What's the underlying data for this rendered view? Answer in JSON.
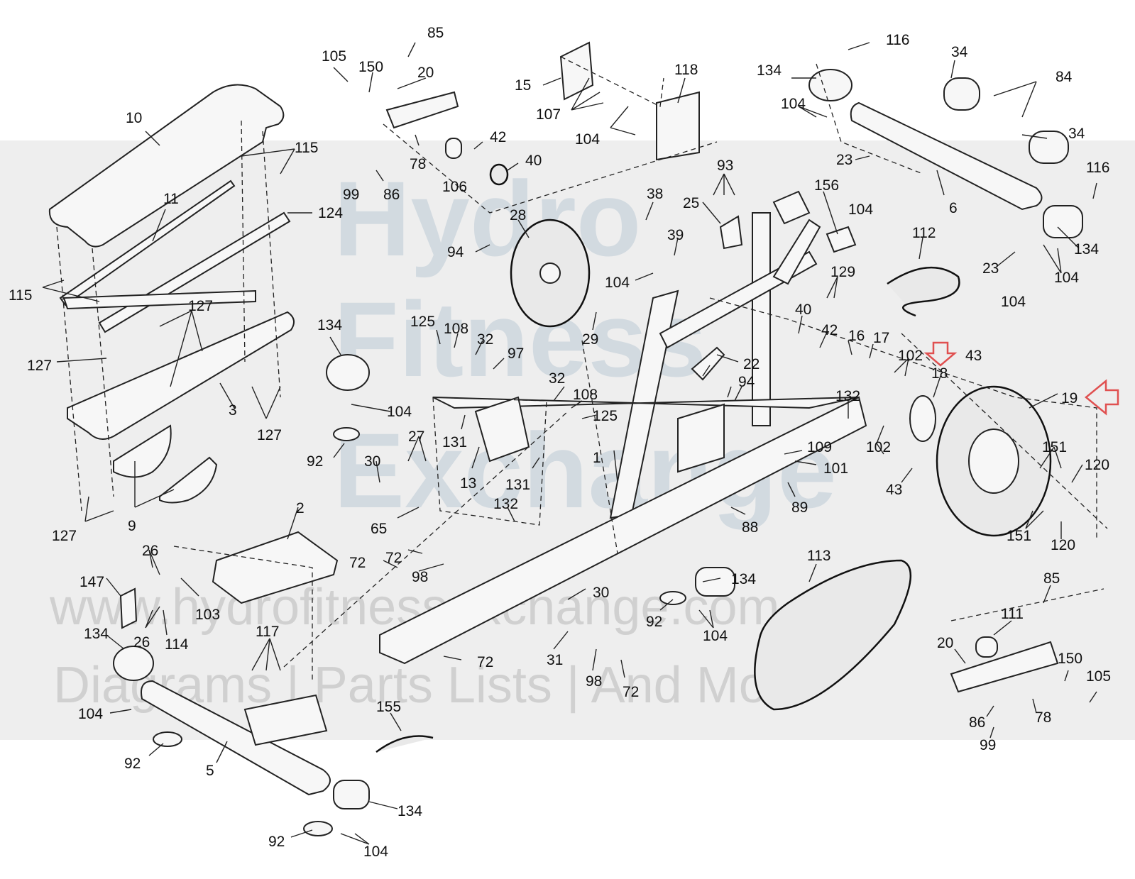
{
  "watermark": {
    "line1": "Hydro",
    "line2": "Fitness",
    "line3": "Exchange",
    "url": "www.hydrofitnessexchange.com",
    "tagline": "Diagrams | Parts Lists | And More",
    "color": "#9fb6c9"
  },
  "highlight_color": "#e05050",
  "callouts": {
    "c10": "10",
    "c11": "11",
    "c115a": "115",
    "c115b": "115",
    "c124": "124",
    "c127a": "127",
    "c127b": "127",
    "c127c": "127",
    "c127d": "127",
    "c3": "3",
    "c9": "9",
    "c105a": "105",
    "c150a": "150",
    "c85a": "85",
    "c20a": "20",
    "c99a": "99",
    "c86a": "86",
    "c78a": "78",
    "c106": "106",
    "c42a": "42",
    "c40a": "40",
    "c15": "15",
    "c107": "107",
    "c118": "118",
    "c104a": "104",
    "c93": "93",
    "c116a": "116",
    "c34a": "34",
    "c134a": "134",
    "c104b": "104",
    "c84": "84",
    "c34b": "34",
    "c23a": "23",
    "c104c": "104",
    "c6": "6",
    "c116b": "116",
    "c134b": "134",
    "c23b": "23",
    "c104d": "104",
    "c104e": "104",
    "c28": "28",
    "c94a": "94",
    "c38": "38",
    "c25": "25",
    "c156": "156",
    "c39": "39",
    "c104f": "104",
    "c112": "112",
    "c129": "129",
    "c29": "29",
    "c40b": "40",
    "c42b": "42",
    "c16": "16",
    "c17": "17",
    "c102a": "102",
    "c18": "18",
    "c43a": "43",
    "c19": "19",
    "c134c": "134",
    "c104g": "104",
    "c92a": "92",
    "c125a": "125",
    "c108a": "108",
    "c32a": "32",
    "c97": "97",
    "c32b": "32",
    "c108b": "108",
    "c125b": "125",
    "c131a": "131",
    "c13": "13",
    "c131b": "131",
    "c22": "22",
    "c94b": "94",
    "c132a": "132",
    "c102b": "102",
    "c151a": "151",
    "c120a": "120",
    "c43b": "43",
    "c109": "109",
    "c101": "101",
    "c89": "89",
    "c88": "88",
    "c151b": "151",
    "c120b": "120",
    "c1": "1",
    "c30a": "30",
    "c27": "27",
    "c65": "65",
    "c132b": "132",
    "c2": "2",
    "c26a": "26",
    "c147": "147",
    "c103": "103",
    "c26b": "26",
    "c114": "114",
    "c72a": "72",
    "c72b": "72",
    "c98a": "98",
    "c30b": "30",
    "c72c": "72",
    "c31": "31",
    "c98b": "98",
    "c72d": "72",
    "c134d": "134",
    "c92b": "92",
    "c104h": "104",
    "c113": "113",
    "c85b": "85",
    "c111": "111",
    "c20b": "20",
    "c150b": "150",
    "c105b": "105",
    "c86b": "86",
    "c78b": "78",
    "c99b": "99",
    "c134e": "134",
    "c104i": "104",
    "c117": "117",
    "c92c": "92",
    "c5": "5",
    "c155": "155",
    "c134f": "134",
    "c92d": "92",
    "c104j": "104"
  }
}
